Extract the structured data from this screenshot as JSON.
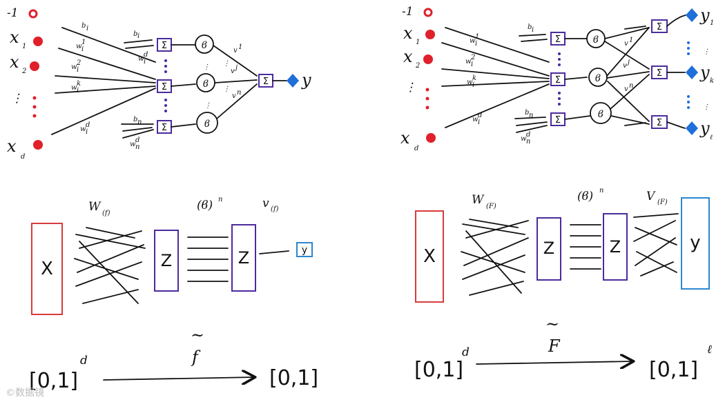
{
  "colors": {
    "ink": "#111111",
    "input_node": "#e0202a",
    "sum_box": "#4b2a9c",
    "output_node": "#1e6fd9",
    "x_box": "#d83a3a",
    "z_box": "#4b2a9c",
    "y_box": "#2a86d0"
  },
  "left_network": {
    "bias_input": "-1",
    "inputs": [
      "x",
      "x",
      "⋮",
      "x"
    ],
    "input_subscripts": [
      "1",
      "2",
      "",
      "d"
    ],
    "bias_weight_top": "b",
    "bias_weight_bottom": "b",
    "bias_weight_top_sub": "i",
    "bias_weight_bottom_sub": "n",
    "weights": [
      "w",
      "w",
      "w",
      "w"
    ],
    "weight_subs": [
      "i",
      "i",
      "i",
      "i"
    ],
    "weight_sups": [
      "1",
      "2",
      "k",
      "d"
    ],
    "small_b_top": "b",
    "small_b_top_sub": "i",
    "small_w_top": "w",
    "small_w_top_sub": "i",
    "small_w_top_sup": "d",
    "small_b_bot": "b",
    "small_b_bot_sub": "n",
    "small_w_bot": "w",
    "small_w_bot_sub": "n",
    "small_w_bot_sup": "d",
    "sum_symbol": "Σ",
    "activation_symbol": "ϐ",
    "v_labels": [
      "v",
      "v",
      "v"
    ],
    "v_sups": [
      "1",
      "j",
      "n"
    ],
    "output": "y"
  },
  "right_network": {
    "bias_input": "-1",
    "inputs": [
      "x",
      "x",
      "⋮",
      "x"
    ],
    "input_subscripts": [
      "1",
      "2",
      "",
      "d"
    ],
    "weights": [
      "w",
      "w",
      "w",
      "w"
    ],
    "weight_subs": [
      "i",
      "i",
      "i",
      "i"
    ],
    "weight_sups": [
      "1",
      "2",
      "k",
      "d"
    ],
    "b_top": "b",
    "b_top_sub": "i",
    "b_bot": "b",
    "b_bot_sub": "n",
    "w_bot": "w",
    "w_bot_sub": "n",
    "w_bot_sup": "d",
    "sum_symbol": "Σ",
    "activation_symbol": "ϐ",
    "v_labels": [
      "v",
      "v",
      "v"
    ],
    "v_sups": [
      "1",
      "j",
      "n"
    ],
    "outputs": [
      "y",
      "y",
      "y"
    ],
    "output_subscripts": [
      "1",
      "k",
      "ℓ"
    ]
  },
  "left_block": {
    "x_label": "X",
    "z_left_label": "Z",
    "z_right_label": "Z",
    "y_label": "y",
    "weight_label": "W",
    "weight_sub": "(f)",
    "activation_label": "(ϐ)",
    "activation_sup": "n",
    "v_label": "v",
    "v_sub": "(f)"
  },
  "right_block": {
    "x_label": "X",
    "z_left_label": "Z",
    "z_right_label": "Z",
    "y_label": "y",
    "weight_label": "W",
    "weight_sub": "(F)",
    "activation_label": "(ϐ)",
    "activation_sup": "n",
    "v_label": "V",
    "v_sub": "(F)"
  },
  "left_mapping": {
    "domain": "[0,1]",
    "domain_exp": "d",
    "function": "f",
    "tilde": "~",
    "codomain": "[0,1]"
  },
  "right_mapping": {
    "domain": "[0,1]",
    "domain_exp": "d",
    "function": "F",
    "tilde": "~",
    "codomain": "[0,1]",
    "codomain_exp": "ℓ"
  },
  "watermark": "©数据镜"
}
